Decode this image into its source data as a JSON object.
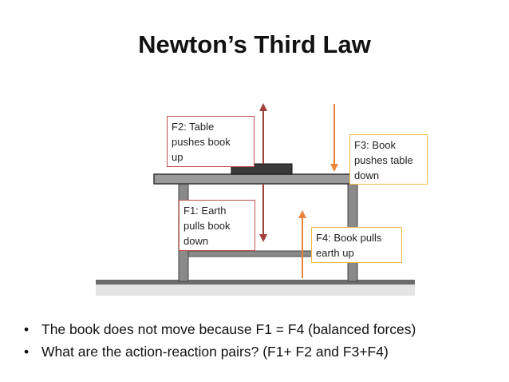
{
  "title": "Newton’s Third Law",
  "labels": {
    "f2": [
      "F2: Table",
      "pushes book",
      "up"
    ],
    "f3": [
      "F3: Book",
      "pushes table",
      "down"
    ],
    "f1": [
      "F1: Earth",
      "pulls book",
      "down"
    ],
    "f4": [
      "F4: Book pulls",
      "earth up"
    ]
  },
  "bullets": [
    "The book does not move because F1 = F4 (balanced forces)",
    "What are the action-reaction pairs?  (F1+ F2 and F3+F4)"
  ],
  "bullet_glyph": "•",
  "colors": {
    "red_arrow": "#a0403a",
    "orange_arrow": "#e8843a",
    "red_box": "#c0504d",
    "orange_box": "#f5b942"
  }
}
